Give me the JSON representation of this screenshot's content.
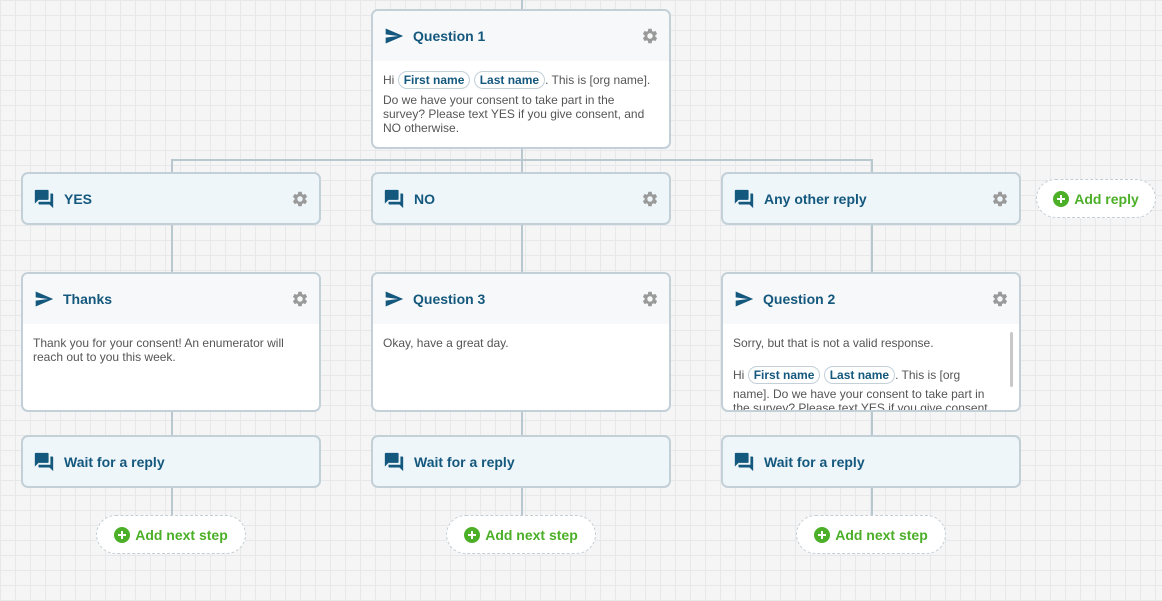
{
  "nodes": {
    "q1": {
      "title": "Question 1",
      "line1_pre": "Hi",
      "chip1": "First name",
      "chip2": "Last name",
      "line1_post": ". This is [org name].",
      "rest": "Do we have your consent to take part in the survey? Please text YES if you give consent, and NO otherwise."
    },
    "replies": {
      "yes": "YES",
      "no": "NO",
      "other": "Any other reply",
      "add_reply": "Add reply"
    },
    "thanks": {
      "title": "Thanks",
      "text": "Thank you for your consent! An enumerator will reach out to you this week."
    },
    "q3": {
      "title": "Question 3",
      "text": "Okay, have a great day."
    },
    "q2": {
      "title": "Question 2",
      "para1": "Sorry, but that is not a valid response.",
      "line_pre": "Hi",
      "chip1": "First name",
      "chip2": "Last name",
      "line_post": ". This is [org",
      "rest": "name]. Do we have your consent to take part in the survey? Please text YES if you give consent,"
    },
    "wait": {
      "label": "Wait for a reply"
    },
    "add_next": "Add next step"
  },
  "icons": {
    "send": "send-icon",
    "chat": "chat-bubbles-icon",
    "gear": "gear-icon",
    "plus": "plus-circle-icon"
  },
  "colors": {
    "accent": "#14587e",
    "add_green": "#4caf28",
    "reply_bg": "#eef6fa",
    "border": "#c3d0d8"
  }
}
